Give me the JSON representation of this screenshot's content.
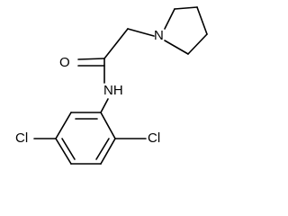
{
  "structure": {
    "atom_labels": {
      "oxygen": "O",
      "amide_nitrogen": "NH",
      "ring_nitrogen": "N",
      "chlorine_5": "Cl",
      "chlorine_2": "Cl"
    },
    "colors": {
      "bond": "#000000",
      "label": "#000000",
      "background": "#ffffff"
    }
  }
}
